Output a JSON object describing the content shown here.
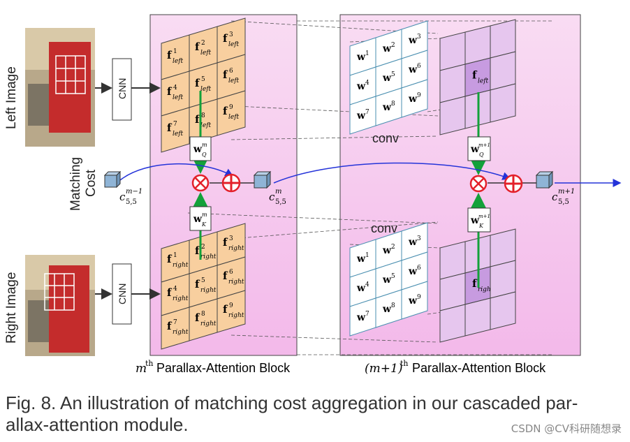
{
  "labels": {
    "left_image": "Left Image",
    "right_image": "Right Image",
    "matching_cost": [
      "Matching",
      "Cost"
    ],
    "cnn": "CNN",
    "conv": "conv"
  },
  "blocks": {
    "m": {
      "sup": "th",
      "base": "m",
      "rest": "Parallax-Attention Block"
    },
    "m1": {
      "pre": "(m+1)",
      "sup": "th",
      "rest": "Parallax-Attention Block"
    }
  },
  "symbols": {
    "f_left": [
      "1",
      "2",
      "3",
      "4",
      "5",
      "6",
      "7",
      "8",
      "9"
    ],
    "f_right": [
      "1",
      "2",
      "3",
      "4",
      "5",
      "6",
      "7",
      "8",
      "9"
    ],
    "w": [
      "1",
      "2",
      "3",
      "4",
      "5",
      "6",
      "7",
      "8",
      "9"
    ],
    "sub_left": "left",
    "sub_right": "right",
    "wq_m": {
      "base": "w",
      "sup": "m",
      "sub": "Q"
    },
    "wk_m": {
      "base": "w",
      "sup": "m",
      "sub": "K"
    },
    "wq_m1": {
      "base": "w",
      "sup": "m+1",
      "sub": "Q"
    },
    "wk_m1": {
      "base": "w",
      "sup": "m+1",
      "sub": "K"
    },
    "c_in": {
      "base": "c",
      "sup": "m−1",
      "sub": "5,5"
    },
    "c_mid": {
      "base": "c",
      "sup": "m",
      "sub": "5,5"
    },
    "c_out": {
      "base": "c",
      "sup": "m+1",
      "sub": "5,5"
    },
    "f_left_center": "f",
    "f_right_center": "f"
  },
  "caption": "Fig. 8. An illustration of matching cost aggregation in our cascaded parallax-attention module.",
  "caption_lines": [
    "Fig. 8. An illustration of matching cost aggregation in our cascaded par-",
    "allax-attention module."
  ],
  "watermark": "CSDN @CV科研随想录",
  "colors": {
    "block_fill": "#f7c9ef",
    "feature_fill": "#f8cf9f",
    "proj_fill": "#e6c6ee",
    "proj_center": "#c79be0",
    "green": "#13a13a",
    "red": "#e3202a",
    "blue_arrow": "#2433d9",
    "cube": "#8fb4d6",
    "wgrid": "#4a8fb0"
  }
}
